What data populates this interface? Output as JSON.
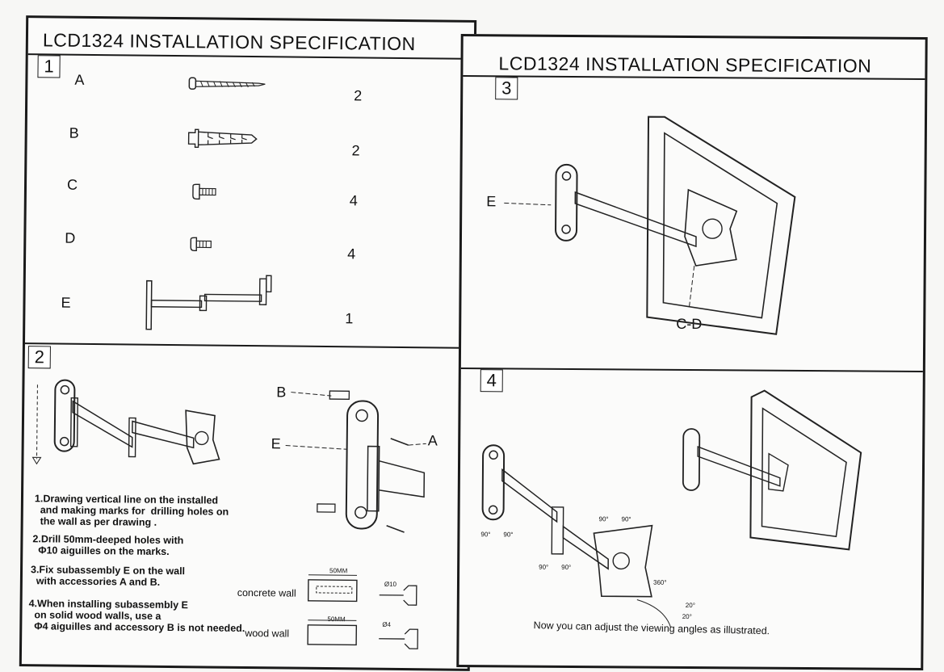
{
  "left_title": "LCD1324 INSTALLATION   SPECIFICATION",
  "right_title": "LCD1324  INSTALLATION   SPECIFICATION",
  "section1": {
    "number": "1",
    "parts": [
      {
        "letter": "A",
        "qty": "2",
        "icon": "screw-icon"
      },
      {
        "letter": "B",
        "qty": "2",
        "icon": "wall-anchor-icon"
      },
      {
        "letter": "C",
        "qty": "4",
        "icon": "bolt-icon"
      },
      {
        "letter": "D",
        "qty": "4",
        "icon": "short-bolt-icon"
      },
      {
        "letter": "E",
        "qty": "1",
        "icon": "arm-bracket-icon"
      }
    ]
  },
  "section2": {
    "number": "2",
    "labels": {
      "b": "B",
      "e": "E",
      "a": "A"
    },
    "steps": [
      "1.Drawing vertical line on the installed\n  and making marks for  drilling holes on\n  the wall as per drawing .",
      "2.Drill 50mm-deeped holes with\n  Φ10 aiguilles on the marks.",
      "3.Fix subassembly E on the wall\n  with accessories A and B.",
      "4.When installing subassembly E\n  on solid wood walls, use a\n  Φ4 aiguilles and accessory B is not needed."
    ],
    "concrete_wall": "concrete wall",
    "wood_wall": "wood wall",
    "dim_50mm_1": "50MM",
    "dim_50mm_2": "50MM",
    "dia_10": "Ø10",
    "dia_4": "Ø4"
  },
  "section3": {
    "number": "3",
    "label_e": "E",
    "label_cd": "C-D"
  },
  "section4": {
    "number": "4",
    "caption": "Now you can adjust the viewing angles as illustrated.",
    "angles": [
      "90°",
      "90°",
      "90°",
      "90°",
      "90°",
      "90°",
      "360°",
      "20°",
      "20°"
    ]
  }
}
